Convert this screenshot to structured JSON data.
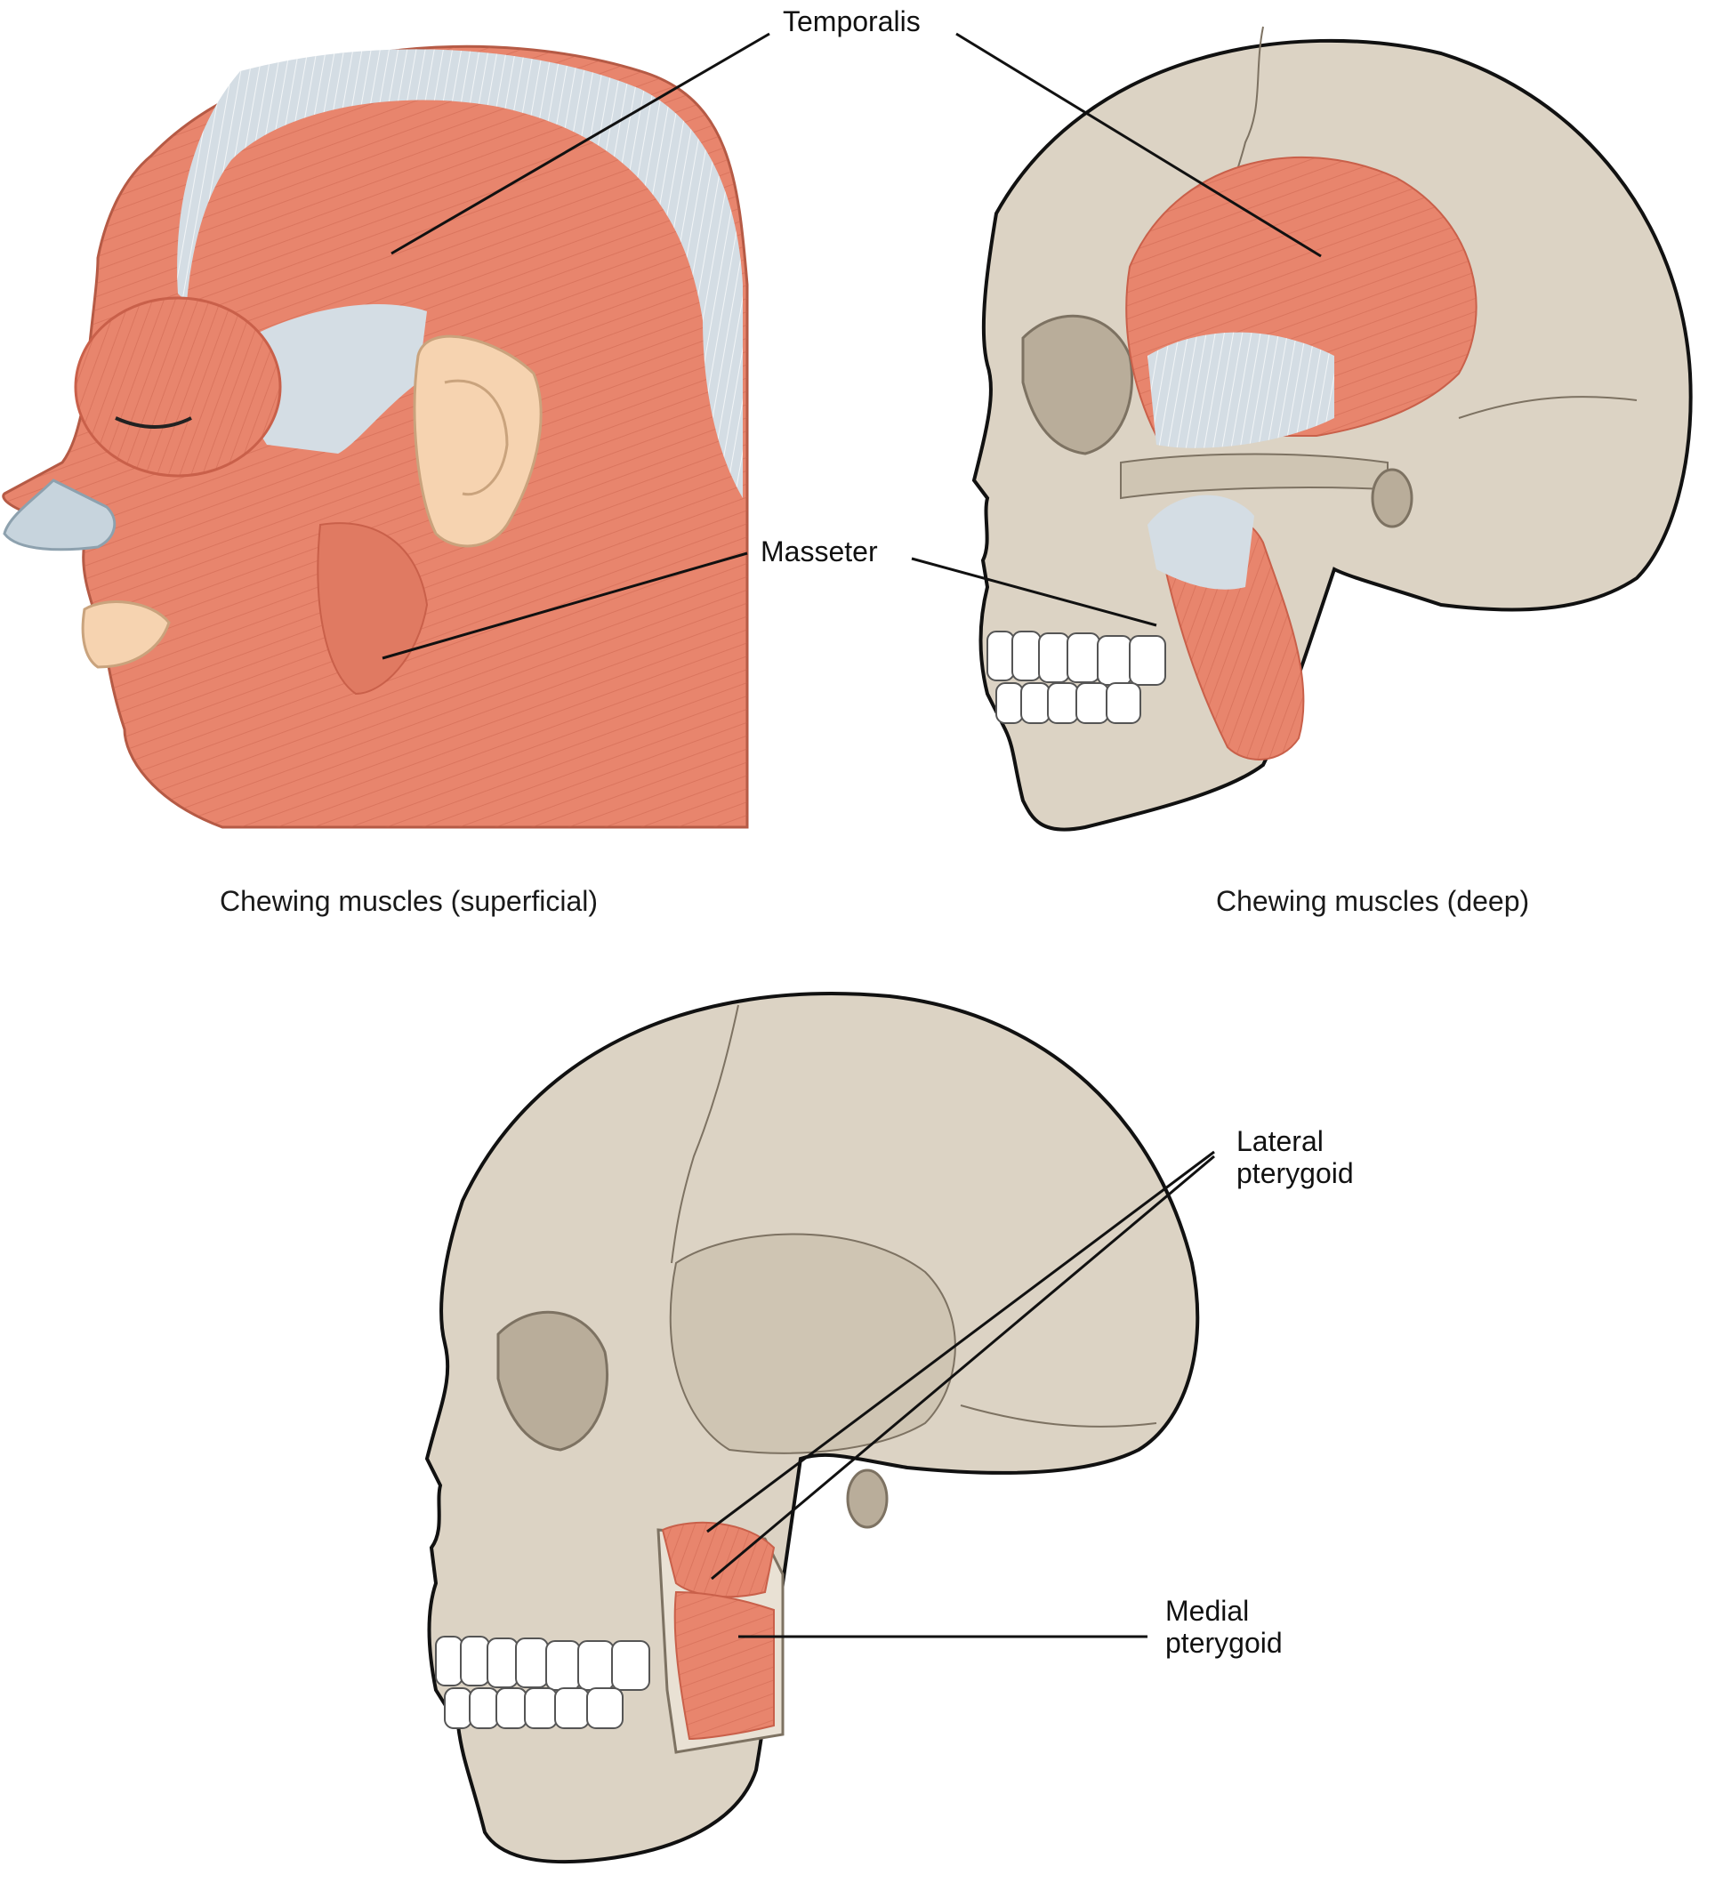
{
  "labels": {
    "temporalis": "Temporalis",
    "masseter": "Masseter",
    "lateral_pterygoid": [
      "Lateral",
      "pterygoid"
    ],
    "medial_pterygoid": [
      "Medial",
      "pterygoid"
    ]
  },
  "captions": {
    "superficial": "Chewing muscles (superficial)",
    "deep": "Chewing muscles (deep)"
  },
  "colors": {
    "muscle": "#e8856d",
    "muscle_dark": "#c9604a",
    "tendon": "#d4dde4",
    "bone": "#dcd3c4",
    "bone_dark": "#b9ad9a",
    "skin": "#f6d3b0",
    "teeth": "#ffffff",
    "outline": "#111111"
  }
}
